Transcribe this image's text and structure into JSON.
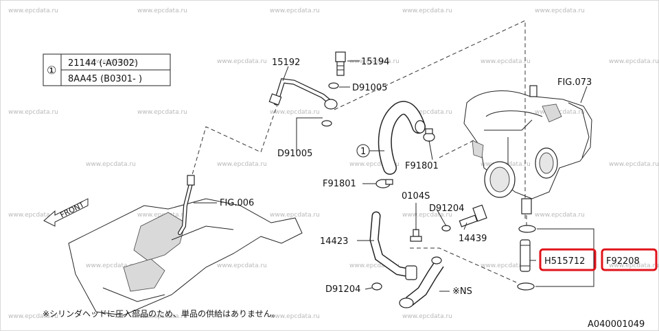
{
  "watermark": "www.epcdata.ru",
  "ref_table": {
    "marker": "①",
    "rows": [
      "21144 (-A0302)",
      "8AA45 (B0301- )"
    ]
  },
  "callouts": {
    "c15192": "15192",
    "c15194": "15194",
    "d91005_a": "D91005",
    "d91005_b": "D91005",
    "fig073": "FIG.073",
    "f91801_a": "F91801",
    "f91801_b": "F91801",
    "circle1": "1",
    "fig006": "FIG.006",
    "front": "FRONT",
    "c0104s": "0104S",
    "d91204_a": "D91204",
    "c14423": "14423",
    "c14439": "14439",
    "h515712": "H515712",
    "f92208": "F92208",
    "d91204_b": "D91204",
    "ns": "※NS"
  },
  "highlight_color": "#e0131b",
  "footnote": "※シリンダヘッドに圧入部品のため、単品の供給はありません。",
  "figure_id": "A040001049"
}
